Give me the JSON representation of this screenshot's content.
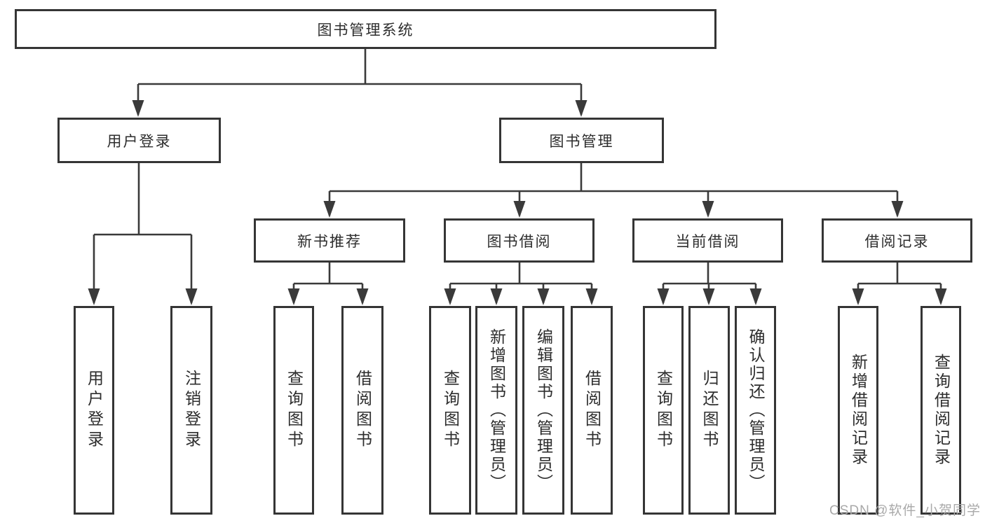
{
  "diagram": {
    "type": "tree",
    "nodes": {
      "root": {
        "label": "图书管理系统"
      },
      "user_login": {
        "label": "用户登录"
      },
      "book_mgmt": {
        "label": "图书管理"
      },
      "new_book_rec": {
        "label": "新书推荐"
      },
      "book_borrow": {
        "label": "图书借阅"
      },
      "current_borrow": {
        "label": "当前借阅"
      },
      "borrow_record": {
        "label": "借阅记录"
      },
      "leaf_user_login": {
        "label": "用户登录"
      },
      "leaf_logout": {
        "label": "注销登录"
      },
      "leaf_query_book_1": {
        "label": "查询图书"
      },
      "leaf_borrow_book_1": {
        "label": "借阅图书"
      },
      "leaf_query_book_2": {
        "label": "查询图书"
      },
      "leaf_add_book": {
        "label": "新增图书（管理员）"
      },
      "leaf_edit_book": {
        "label": "编辑图书（管理员）"
      },
      "leaf_borrow_book_2": {
        "label": "借阅图书"
      },
      "leaf_query_book_3": {
        "label": "查询图书"
      },
      "leaf_return_book": {
        "label": "归还图书"
      },
      "leaf_confirm_return": {
        "label": "确认归还（管理员）"
      },
      "leaf_add_record": {
        "label": "新增借阅记录"
      },
      "leaf_query_record": {
        "label": "查询借阅记录"
      }
    },
    "edges": [
      {
        "from": "root",
        "to": "user_login"
      },
      {
        "from": "root",
        "to": "book_mgmt"
      },
      {
        "from": "user_login",
        "to": "leaf_user_login"
      },
      {
        "from": "user_login",
        "to": "leaf_logout"
      },
      {
        "from": "book_mgmt",
        "to": "new_book_rec"
      },
      {
        "from": "book_mgmt",
        "to": "book_borrow"
      },
      {
        "from": "book_mgmt",
        "to": "current_borrow"
      },
      {
        "from": "book_mgmt",
        "to": "borrow_record"
      },
      {
        "from": "new_book_rec",
        "to": "leaf_query_book_1"
      },
      {
        "from": "new_book_rec",
        "to": "leaf_borrow_book_1"
      },
      {
        "from": "book_borrow",
        "to": "leaf_query_book_2"
      },
      {
        "from": "book_borrow",
        "to": "leaf_add_book"
      },
      {
        "from": "book_borrow",
        "to": "leaf_edit_book"
      },
      {
        "from": "book_borrow",
        "to": "leaf_borrow_book_2"
      },
      {
        "from": "current_borrow",
        "to": "leaf_query_book_3"
      },
      {
        "from": "current_borrow",
        "to": "leaf_return_book"
      },
      {
        "from": "current_borrow",
        "to": "leaf_confirm_return"
      },
      {
        "from": "borrow_record",
        "to": "leaf_add_record"
      },
      {
        "from": "borrow_record",
        "to": "leaf_query_record"
      }
    ]
  },
  "watermark": "CSDN @软件_小贺同学",
  "colors": {
    "line": "#3a3a3a",
    "box_border": "#353535",
    "text": "#2d2d2d",
    "watermark": "#a9a9a9",
    "background": "#ffffff"
  }
}
